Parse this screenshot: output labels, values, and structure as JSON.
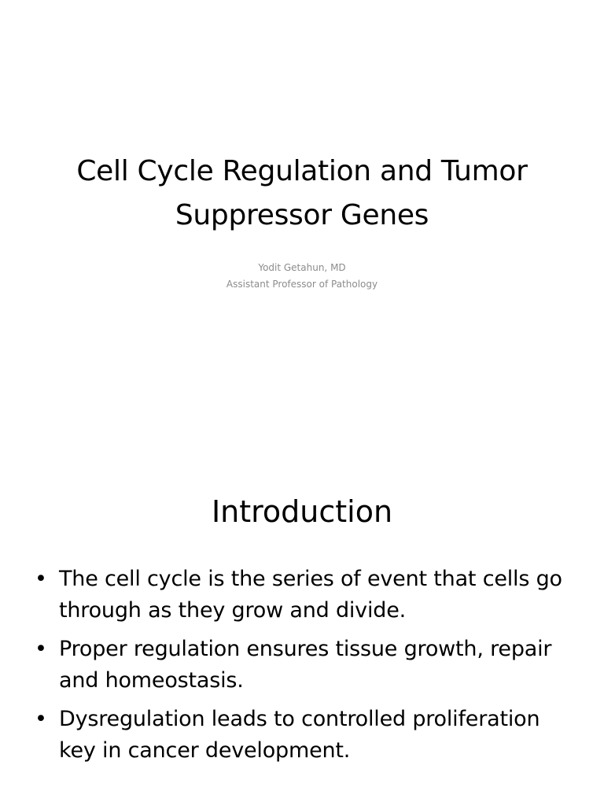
{
  "slide1": {
    "title": "Cell Cycle Regulation and Tumor Suppressor Genes",
    "author": "Yodit Getahun, MD",
    "role": "Assistant Professor of Pathology"
  },
  "slide2": {
    "heading": "Introduction",
    "bullet_char": "•",
    "bullets": [
      "The cell cycle is the series of event that cells go through as they grow and divide.",
      "Proper regulation ensures tissue growth, repair and homeostasis.",
      "Dysregulation leads to controlled proliferation key in cancer development."
    ]
  }
}
